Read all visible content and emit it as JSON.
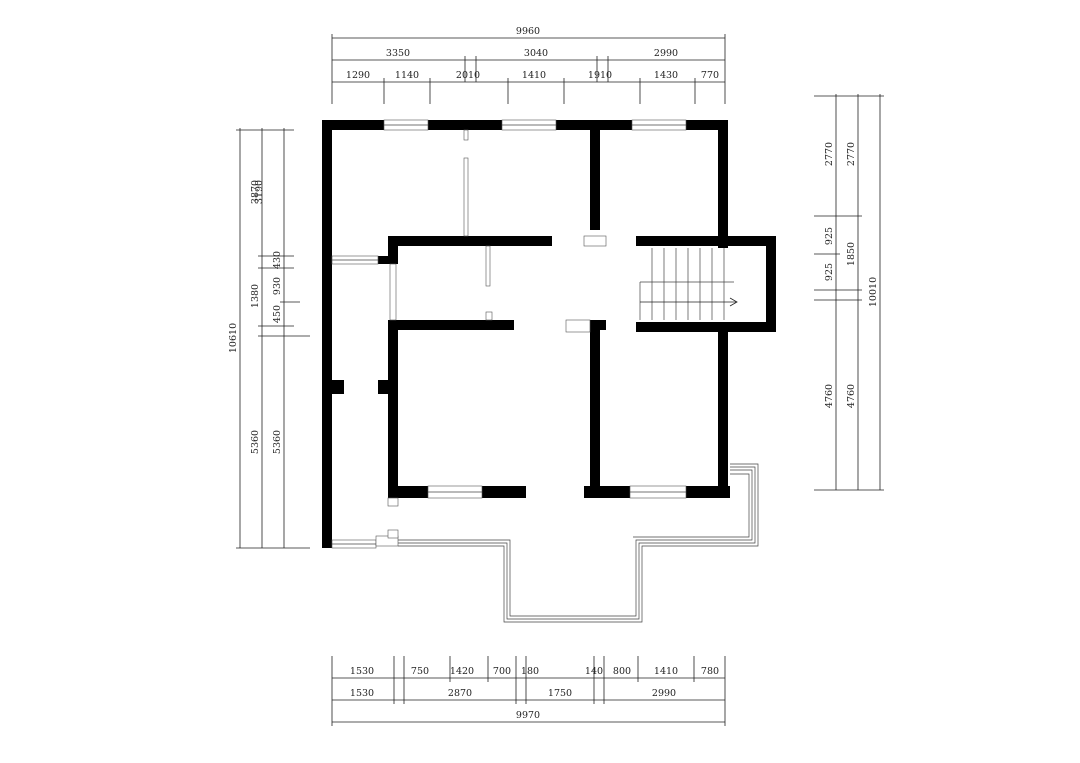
{
  "top_dimensions": {
    "overall": "9960",
    "row2": [
      "3350",
      "3040",
      "2990"
    ],
    "row3": [
      "1290",
      "1140",
      "2010",
      "1410",
      "1910",
      "1430",
      "770"
    ]
  },
  "bottom_dimensions": {
    "overall": "9970",
    "row1": [
      "1530",
      "750",
      "1420",
      "700",
      "180",
      "140",
      "800",
      "1410",
      "780"
    ],
    "row2": [
      "1530",
      "2870",
      "1750",
      "2990"
    ]
  },
  "left_dimensions": {
    "overall": "10610",
    "outer": [
      "3870",
      "1380",
      "5360"
    ],
    "inner": [
      "3190",
      "430",
      "930",
      "450",
      "5360"
    ]
  },
  "right_dimensions": {
    "overall": "10010",
    "outer": [
      "2770",
      "1850",
      "4760"
    ],
    "inner": [
      "2770",
      "925",
      "925",
      "4760"
    ]
  },
  "colors": {
    "wall": "#000000",
    "line": "#222222",
    "background": "#ffffff"
  }
}
